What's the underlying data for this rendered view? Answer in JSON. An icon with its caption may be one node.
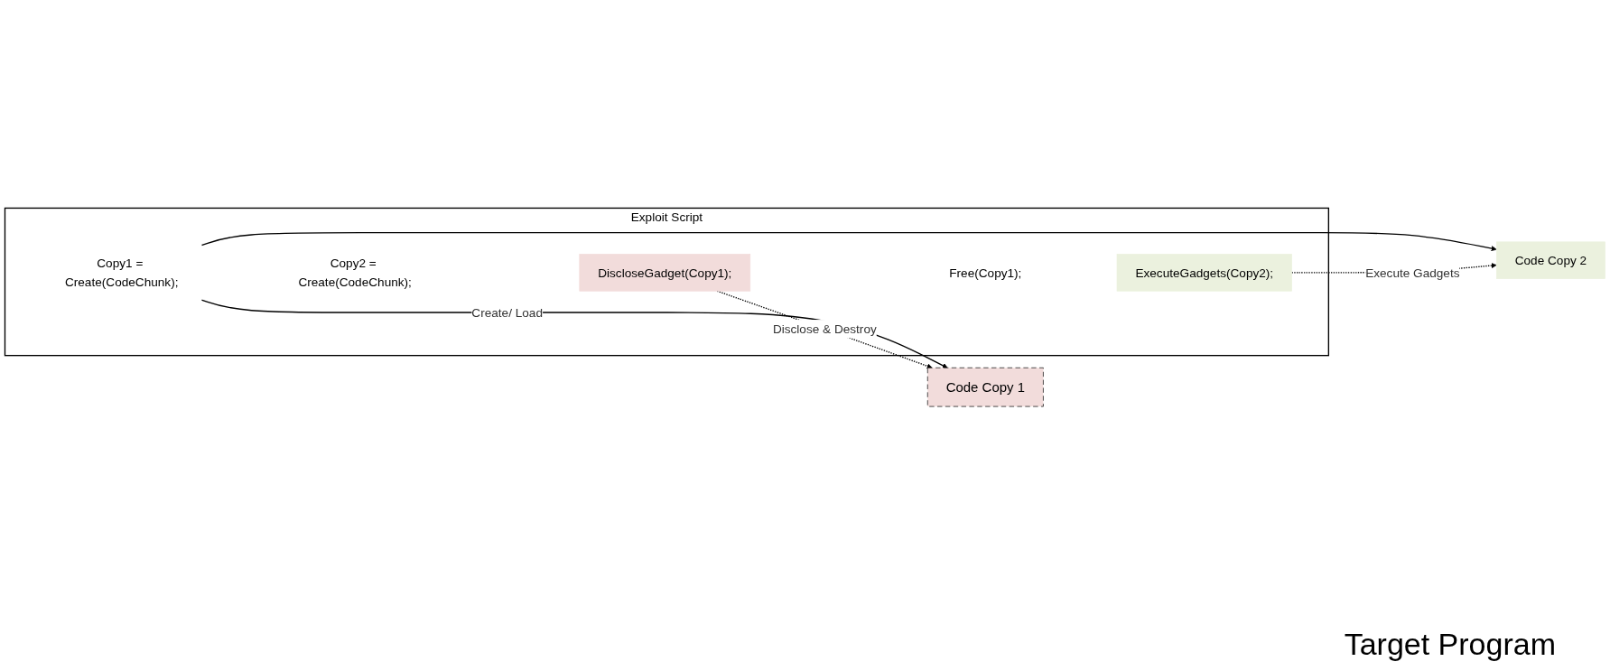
{
  "diagram": {
    "nodes": [
      {
        "text": [
          "Exploit Script"
        ]
      },
      {
        "text": [
          "Copy1 = Create(CodeChunk);"
        ],
        "in": 0
      },
      {
        "text": [
          "Copy2 = Create(CodeChunk);"
        ],
        "in": 0
      },
      {
        "text": [
          "DiscloseGadget(Copy1);"
        ],
        "in": 0
      },
      {
        "text": [
          "Free(Copy1);"
        ],
        "in": 0
      },
      {
        "text": [
          "ExecuteGadgets(Copy2);"
        ],
        "in": 0
      },
      {
        "text": [
          "Code Copy 1"
        ]
      },
      {
        "text": [
          "Code Copy 2"
        ]
      }
    ],
    "edges": [
      {
        "from": 1,
        "to": 6,
        "arrow": "to",
        "label": "Create/ Load"
      },
      {
        "from": 1,
        "to": 7,
        "arrow": "to"
      },
      {
        "from": 3,
        "to": 6,
        "arrow": "to",
        "label": "Disclose & Destroy",
        "style": "dashed"
      },
      {
        "from": 5,
        "to": 7,
        "arrow": "to",
        "label": "Execute Gadgets",
        "style": "dashed"
      }
    ],
    "labels": [
      "Target Program"
    ]
  }
}
